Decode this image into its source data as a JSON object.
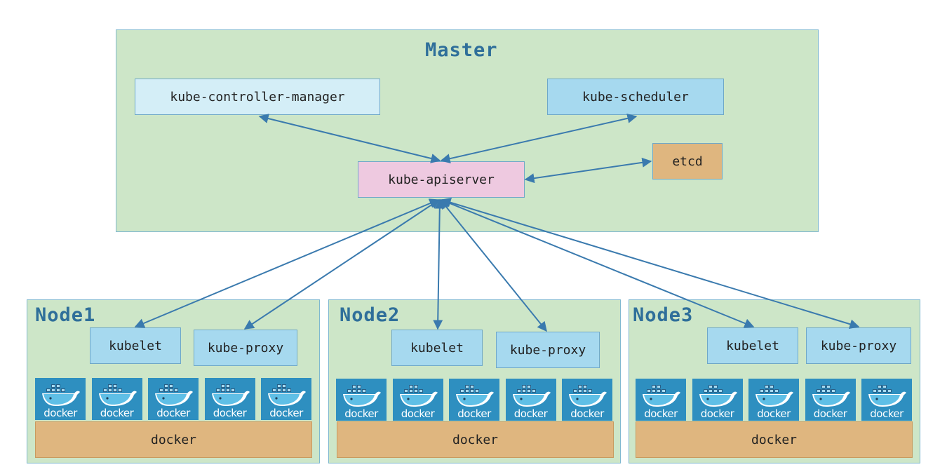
{
  "colors": {
    "region_fill": "#cde6c8",
    "region_border": "#7fb8cf",
    "title": "#2f6f9a",
    "controller_fill": "#d4eef7",
    "scheduler_fill": "#a6d9ef",
    "apiserver_fill": "#eec9e0",
    "etcd_fill": "#dfb67f",
    "kubelet_fill": "#a6d9ef",
    "proxy_fill": "#a6d9ef",
    "docker_bar_fill": "#dfb67f",
    "docker_tile_fill": "#2e8fc0",
    "arrow": "#3a7aae"
  },
  "master": {
    "title": "Master",
    "controller_manager": "kube-controller-manager",
    "scheduler": "kube-scheduler",
    "apiserver": "kube-apiserver",
    "etcd": "etcd"
  },
  "nodes": [
    {
      "title": "Node1",
      "kubelet": "kubelet",
      "proxy": "kube-proxy",
      "docker_bar": "docker",
      "containers": [
        "docker",
        "docker",
        "docker",
        "docker",
        "docker"
      ]
    },
    {
      "title": "Node2",
      "kubelet": "kubelet",
      "proxy": "kube-proxy",
      "docker_bar": "docker",
      "containers": [
        "docker",
        "docker",
        "docker",
        "docker",
        "docker"
      ]
    },
    {
      "title": "Node3",
      "kubelet": "kubelet",
      "proxy": "kube-proxy",
      "docker_bar": "docker",
      "containers": [
        "docker",
        "docker",
        "docker",
        "docker",
        "docker"
      ]
    }
  ],
  "icons": {
    "container": "docker-whale-icon"
  }
}
